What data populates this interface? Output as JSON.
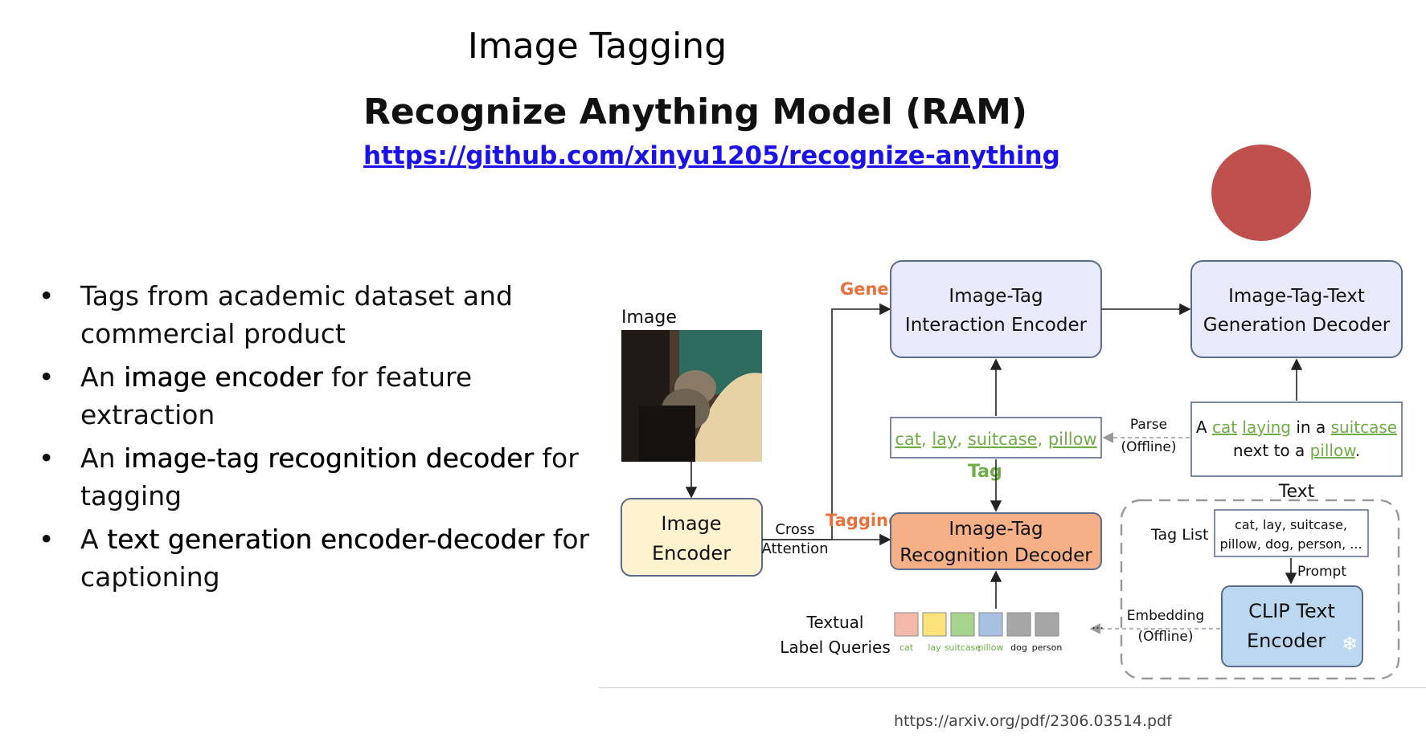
{
  "slide": {
    "title": "Image Tagging",
    "subtitle": "Recognize Anything Model (RAM)",
    "link": "https://github.com/xinyu1205/recognize-anything",
    "footnote": "https://arxiv.org/pdf/2306.03514.pdf"
  },
  "bullets": [
    {
      "before": "Tags from academic dataset and commercial product",
      "bold": "",
      "after": ""
    },
    {
      "before": "An ",
      "bold": "image encoder",
      "after": " for feature extraction"
    },
    {
      "before": "An ",
      "bold": "image-tag recognition decoder",
      "after": " for tagging"
    },
    {
      "before": "A ",
      "bold": "text generation encoder-decoder",
      "after": " for captioning"
    }
  ],
  "diagram": {
    "image_label": "Image",
    "image_encoder": [
      "Image",
      "Encoder"
    ],
    "cross_attention": [
      "Cross",
      "Attention"
    ],
    "generation_label": "Generation",
    "tagging_label": "Tagging",
    "interaction_encoder": [
      "Image-Tag",
      "Interaction Encoder"
    ],
    "generation_decoder": [
      "Image-Tag-Text",
      "Generation Decoder"
    ],
    "recognition_decoder": [
      "Image-Tag",
      "Recognition Decoder"
    ],
    "tags": [
      "cat",
      "lay",
      "suitcase",
      "pillow"
    ],
    "tag_caption": "Tag",
    "parse_label": [
      "Parse",
      "(Offline)"
    ],
    "caption_words": [
      "A",
      "cat",
      "laying",
      "in",
      "a",
      "suitcase",
      "next",
      "to",
      "a",
      "pillow",
      "."
    ],
    "text_caption": "Text",
    "tag_list_label": "Tag List",
    "tag_list": [
      "cat, lay, suitcase,",
      "pillow, dog, person, ..."
    ],
    "prompt_label": "Prompt",
    "embedding_label": [
      "Embedding",
      "(Offline)"
    ],
    "clip_encoder": [
      "CLIP Text",
      "Encoder"
    ],
    "queries_label": [
      "Textual",
      "Label Queries"
    ],
    "queries": [
      {
        "label": "cat",
        "color": "#f4b8aa"
      },
      {
        "label": "lay",
        "color": "#fbe27a"
      },
      {
        "label": "suitcase",
        "color": "#a6d38e"
      },
      {
        "label": "pillow",
        "color": "#a8c1e2"
      },
      {
        "label": "dog",
        "color": "#a6a6a6"
      },
      {
        "label": "person",
        "color": "#a6a6a6"
      }
    ],
    "queries_ellipsis": "...",
    "colors": {
      "encoder_fill": "#fff3cf",
      "interaction_fill": "#e8e9fb",
      "recognition_fill": "#f6b088",
      "clip_fill": "#bcd8f1",
      "accent_orange": "#e8703a",
      "tag_green": "#70ad47",
      "box_stroke": "#5b6b8c"
    }
  }
}
